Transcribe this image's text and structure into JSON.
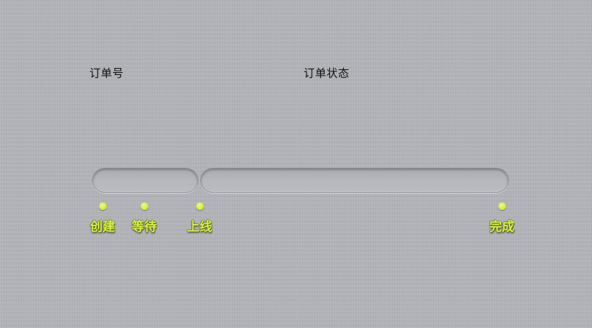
{
  "header": {
    "order_number_label": "订单号",
    "order_status_label": "订单状态"
  },
  "progress": {
    "steps": [
      {
        "label": "创建",
        "icon": "step-dot-icon"
      },
      {
        "label": "等待",
        "icon": "step-dot-icon"
      },
      {
        "label": "上线",
        "icon": "step-dot-icon"
      },
      {
        "label": "完成",
        "icon": "step-dot-icon"
      }
    ]
  },
  "colors": {
    "background": "#b3b5ba",
    "step_accent": "#d8f04a",
    "text": "#111111"
  }
}
